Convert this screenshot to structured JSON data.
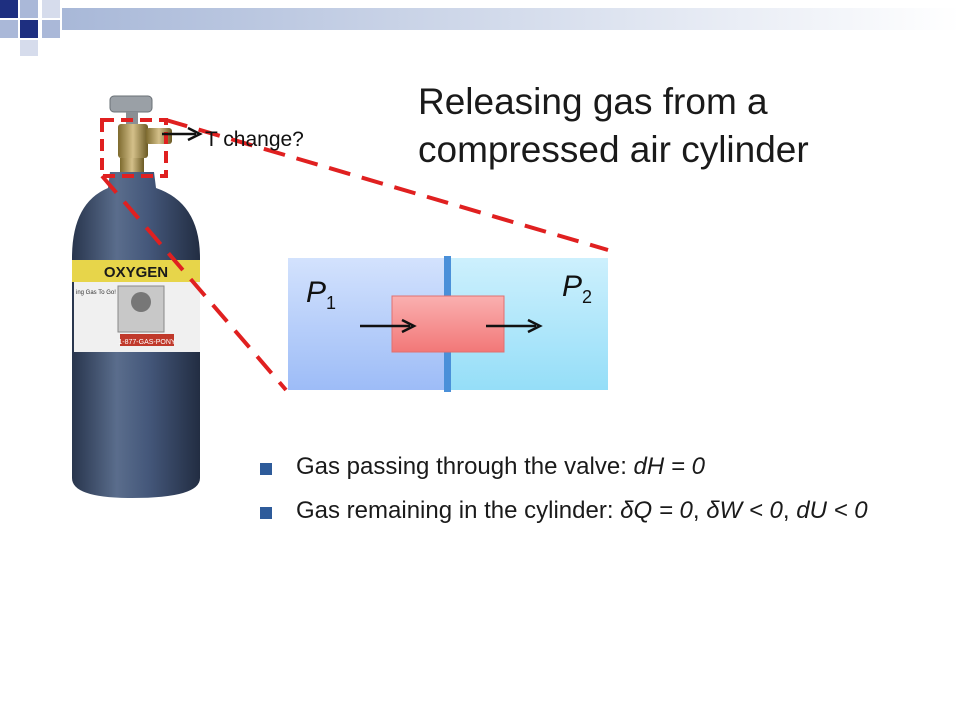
{
  "slide": {
    "title": "Releasing gas from a\ncompressed air cylinder",
    "callout": "T change?",
    "diagram": {
      "left_label": "P",
      "left_sub": "1",
      "right_label": "P",
      "right_sub": "2"
    },
    "cylinder": {
      "label": "OXYGEN",
      "sticker_lines": [
        "ing Gas To Go!",
        "1-877-GAS-PONY"
      ]
    },
    "bullets": [
      {
        "text": "Gas passing through the valve: ",
        "math": "dH = 0"
      },
      {
        "text": "Gas remaining in the cylinder: ",
        "math1": "δQ = 0",
        "sep": ", ",
        "math2": "δW < 0",
        "sep2": ", ",
        "math3": "dU < 0"
      }
    ]
  },
  "colors": {
    "header_blue": "#1e2f80",
    "dash_red": "#e02020",
    "cylinder_body": "#3f5270",
    "left_chamber": "#b5cdfd",
    "right_chamber": "#a9e6fb",
    "membrane": "#4a90d9",
    "piston": "#f58c8c",
    "bullet": "#2e5b9a"
  }
}
